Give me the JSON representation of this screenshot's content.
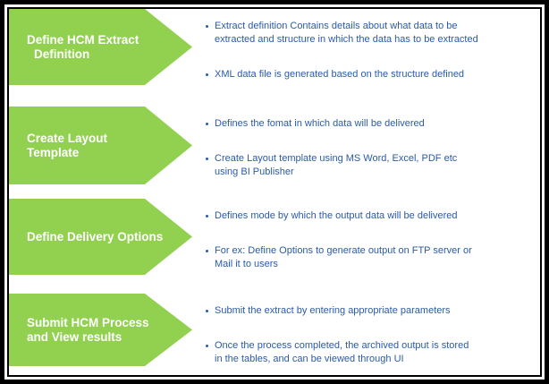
{
  "colors": {
    "arrow_fill": "#92D050",
    "arrow_label": "#FFFFFF",
    "bullet_text": "#2A5BA8",
    "frame_border": "#000000",
    "background": "#FFFFFF"
  },
  "diagram": {
    "steps": [
      {
        "label_lines": [
          "Define HCM Extract",
          "Definition"
        ],
        "bullets": [
          {
            "lines": [
              "Extract definition Contains details about what data to be",
              "extracted and structure in which the data has to be extracted"
            ]
          },
          {
            "lines": [
              "XML data file is generated based on the structure defined"
            ]
          }
        ]
      },
      {
        "label_lines": [
          "Create Layout",
          "Template"
        ],
        "bullets": [
          {
            "lines": [
              "Defines the fomat in which data will be delivered"
            ]
          },
          {
            "lines": [
              "Create Layout template using MS Word, Excel, PDF etc",
              "using BI Publisher"
            ]
          }
        ]
      },
      {
        "label_lines": [
          "Define Delivery Options"
        ],
        "bullets": [
          {
            "lines": [
              "Defines mode by which the output data will be delivered"
            ]
          },
          {
            "lines": [
              "For ex: Define Options to generate output on FTP server or",
              "Mail it to users"
            ]
          }
        ]
      },
      {
        "label_lines": [
          "Submit HCM Process",
          "and View results"
        ],
        "bullets": [
          {
            "lines": [
              "Submit the extract by entering appropriate parameters"
            ]
          },
          {
            "lines": [
              "Once the process completed, the archived output is stored",
              "in the tables, and can be viewed through UI"
            ]
          }
        ]
      }
    ]
  }
}
